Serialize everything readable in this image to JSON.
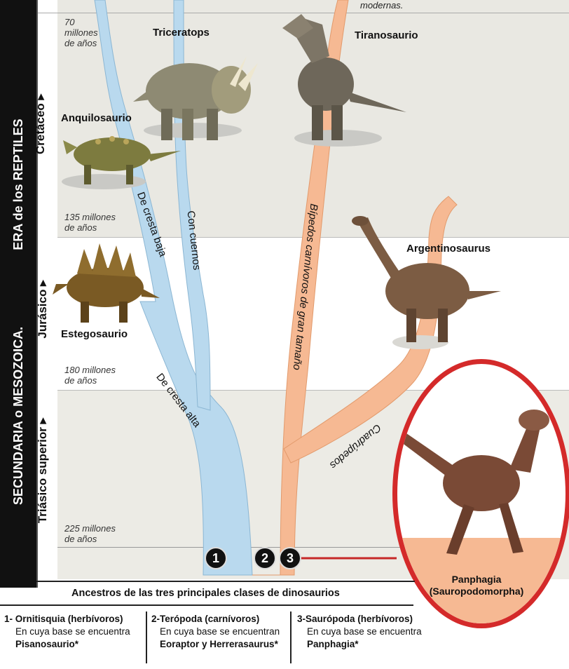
{
  "top_note": "modernas.",
  "era": {
    "left_title": "SECUNDARIA o MESOZOICA.",
    "right_title": "ERA de los REPTILES"
  },
  "periods": {
    "cretaceous": "Cretáceo ▸",
    "jurassic": "Jurásico ▸",
    "triassic": "Triásico superior ▸"
  },
  "ages": {
    "ma70": [
      "70",
      "millones",
      "de años"
    ],
    "ma135": [
      "135 millones",
      "de años"
    ],
    "ma180": [
      "180 millones",
      "de años"
    ],
    "ma225": [
      "225 millones",
      "de años"
    ]
  },
  "dinosaurs": {
    "triceratops": "Triceratops",
    "tiranosaurio": "Tiranosaurio",
    "anquilosaurio": "Anquilosaurio",
    "argentinosaurus": "Argentinosaurus",
    "estegosaurio": "Estegosaurio",
    "panphagia": "Panphagia",
    "panphagia_sub": "(Sauropodomorpha)"
  },
  "branches": {
    "cresta_baja": "De cresta baja",
    "cuernos": "Con cuernos",
    "cresta_alta": "De cresta alta",
    "bipedos": "Bípedos carnívoros de gran tamaño",
    "cuadrupedos": "Cuadrúpedos"
  },
  "numbers": [
    "1",
    "2",
    "3"
  ],
  "ancestors_caption": "Ancestros de las tres principales clases de dinosaurios",
  "legend": [
    {
      "title": "1- Ornitisquia (herbívoros)",
      "line": "En cuya base se encuentra",
      "name": "Pisanosaurio*"
    },
    {
      "title": "2-Terópoda (carnívoros)",
      "line": "En cuya base se encuentran",
      "name": "Eoraptor y Herrerasaurus*"
    },
    {
      "title": "3-Saurópoda (herbívoros)",
      "line": "En cuya base se encuentra",
      "name": "Panphagia*"
    }
  ],
  "colors": {
    "ornithischia_branch": "#b9d9ee",
    "saurischia_branch": "#f6b993",
    "cretaceous_band": "#e9e8e2",
    "triassic_band": "#ecebe5",
    "highlight_ring": "#d42a2a",
    "sidebar": "#111111"
  }
}
